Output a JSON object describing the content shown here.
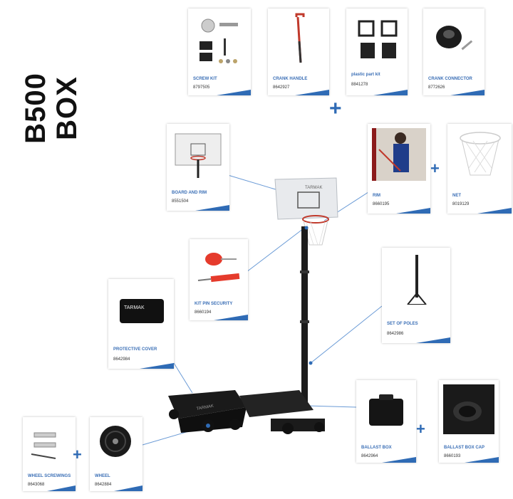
{
  "title": "B500 BOX",
  "parts": [
    {
      "id": "screw-kit",
      "name": "SCREW KIT",
      "ref": "8797505"
    },
    {
      "id": "crank-handle",
      "name": "CRANK HANDLE",
      "ref": "8642927"
    },
    {
      "id": "plastic-part-kit",
      "name": "plastic part kit",
      "ref": "8841278"
    },
    {
      "id": "crank-connector",
      "name": "CRANK CONNECTOR",
      "ref": "8772626"
    },
    {
      "id": "board-and-rim",
      "name": "BOARD AND RIM",
      "ref": "8551504"
    },
    {
      "id": "rim",
      "name": "RIM",
      "ref": "8660195"
    },
    {
      "id": "net",
      "name": "NET",
      "ref": "8019129"
    },
    {
      "id": "kit-pin-security",
      "name": "KIT PIN SECURITY",
      "ref": "8660194"
    },
    {
      "id": "set-of-poles",
      "name": "SET OF POLES",
      "ref": "8642986"
    },
    {
      "id": "protective-cover",
      "name": "PROTECTIVE COVER",
      "ref": "8642984"
    },
    {
      "id": "ballast-box",
      "name": "BALLAST BOX",
      "ref": "8642964"
    },
    {
      "id": "ballast-box-cap",
      "name": "BALLAST BOX CAP",
      "ref": "8660193"
    },
    {
      "id": "wheel-screwings",
      "name": "WHEEL SCREWINGS",
      "ref": "8643068"
    },
    {
      "id": "wheel",
      "name": "WHEEL",
      "ref": "8642884"
    }
  ],
  "brand": {
    "board": "TARMAK",
    "cover": "TARMAK"
  },
  "accent_color": "#2f6bb5",
  "plus_symbol": "+"
}
